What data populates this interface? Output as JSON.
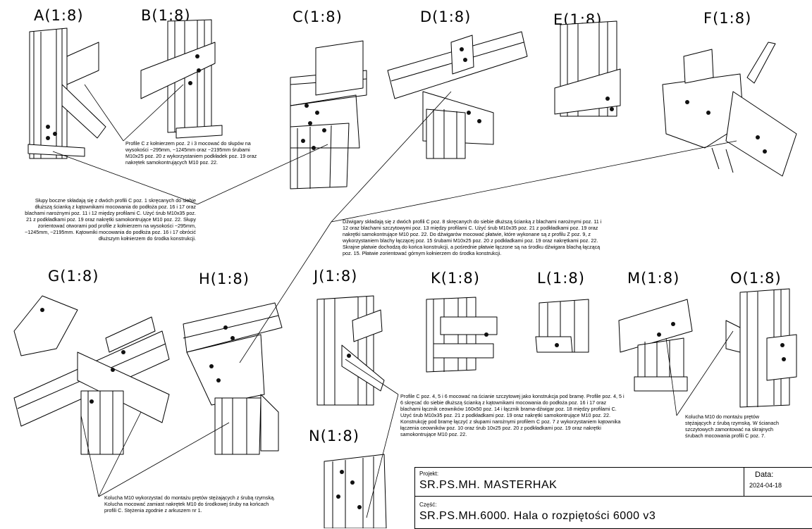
{
  "details": [
    {
      "title": "A(1:8)"
    },
    {
      "title": "B(1:8)"
    },
    {
      "title": "C(1:8)"
    },
    {
      "title": "D(1:8)"
    },
    {
      "title": "E(1:8)"
    },
    {
      "title": "F(1:8)"
    },
    {
      "title": "G(1:8)"
    },
    {
      "title": "H(1:8)"
    },
    {
      "title": "J(1:8)"
    },
    {
      "title": "K(1:8)"
    },
    {
      "title": "L(1:8)"
    },
    {
      "title": "M(1:8)"
    },
    {
      "title": "O(1:8)"
    },
    {
      "title": "N(1:8)"
    }
  ],
  "notes": {
    "profile_c": "Profile C z kołnierzem poz. 2 i 3 mocować do słupów na wysokości ~295mm, ~1245mm oraz ~2195mm śrubami M10x25 poz. 20 z wykorzystaniem podkładek poz. 19 oraz nakrętek samokontrujących M10 poz. 22.",
    "slupy": "Słupy boczne składają się z dwóch profili C poz. 1 skręcanych do siebie dłuższą ścianką z kątownikami mocowania do podłoża poz. 16 i 17 oraz blachami narożnymi poz. 11 i 12 między profilami C. Użyć śrub M10x35 poz. 21 z podkładkami poz. 19 oraz nakrętki samokontrujące M10 poz. 22. Słupy zorientować otworami pod profile z kołnierzem na wysokości ~295mm, ~1245mm, ~2195mm. Kątowniki mocowania do podłoża poz. 16 i 17 obrócić dłuższym kołnierzem do środka konstrukcji.",
    "dzwigary": "Dźwigary składają się z dwóch profili C poz. 8 skręcanych do siebie dłuższą ścianką z blachami narożnymi poz. 11 i 12 oraz blachami szczytowymi poz. 13 między profilami C. Użyć śrub M10x35 poz. 21 z podkładkami poz. 19 oraz nakrętki samokontrujące M10 poz. 22. Do dźwigarów mocować płatwie, które wykonane są z profilu Z poz. 9, z wykorzystaniem blachy łączącej poz. 15 śrubami M10x25 poz. 20 z podkładkami poz. 19 oraz nakrętkami poz. 22. Skrajne płatwie dochodzą do końca konstrukcji, a pośrednie płatwie łączone są na środku dźwigara blachą łączącą poz. 15. Płatwie zorientować górnym kołnierzem do środka konstrukcji.",
    "sciana": "Profile C poz. 4, 5 i 6 mocować na ścianie szczytowej jako konstrukcja pod bramę. Profile poz. 4, 5 i 6 skręcać do siebie dłuższą ścianką z kątownikami mocowania do podłoża poz. 16 i 17 oraz blachami łącznik ceowników 160x50 poz. 14 i łącznik brama-dźwigar poz. 18 między profilami C. Użyć śrub M10x35 poz. 21 z podkładkami poz. 19 oraz nakrętki samokontrujące M10 poz. 22. Konstrukcję pod bramę łączyć z słupami narożnymi profilem C poz. 7 z wykorzystaniem kątownika łączenia ceowników poz. 10 oraz śrub 10x25 poz. 20 z podkładkami poz. 19 oraz nakrętki samokontrujące M10 poz. 22.",
    "kolucha_o": "Kolucha M10 do montażu prętów stężających z śrubą rzymską. W ścianach szczytowych zamontować na skrajnych śrubach mocowania profili C poz. 7.",
    "kolucha_g": "Kolucha M10 wykorzystać do montażu prętów stężających z śrubą rzymską. Kolucha mocować zamiast nakrętek M10 do środkowej śruby na końcach profili C. Stężenia zgodnie z arkuszem nr 1."
  },
  "title_block": {
    "projekt_label": "Projekt:",
    "projekt": "SR.PS.MH. MASTERHAK",
    "czesc_label": "Część:",
    "czesc": "SR.PS.MH.6000. Hala o rozpiętości 6000 v3",
    "data_label": "Data:",
    "data": "2024-04-18"
  }
}
